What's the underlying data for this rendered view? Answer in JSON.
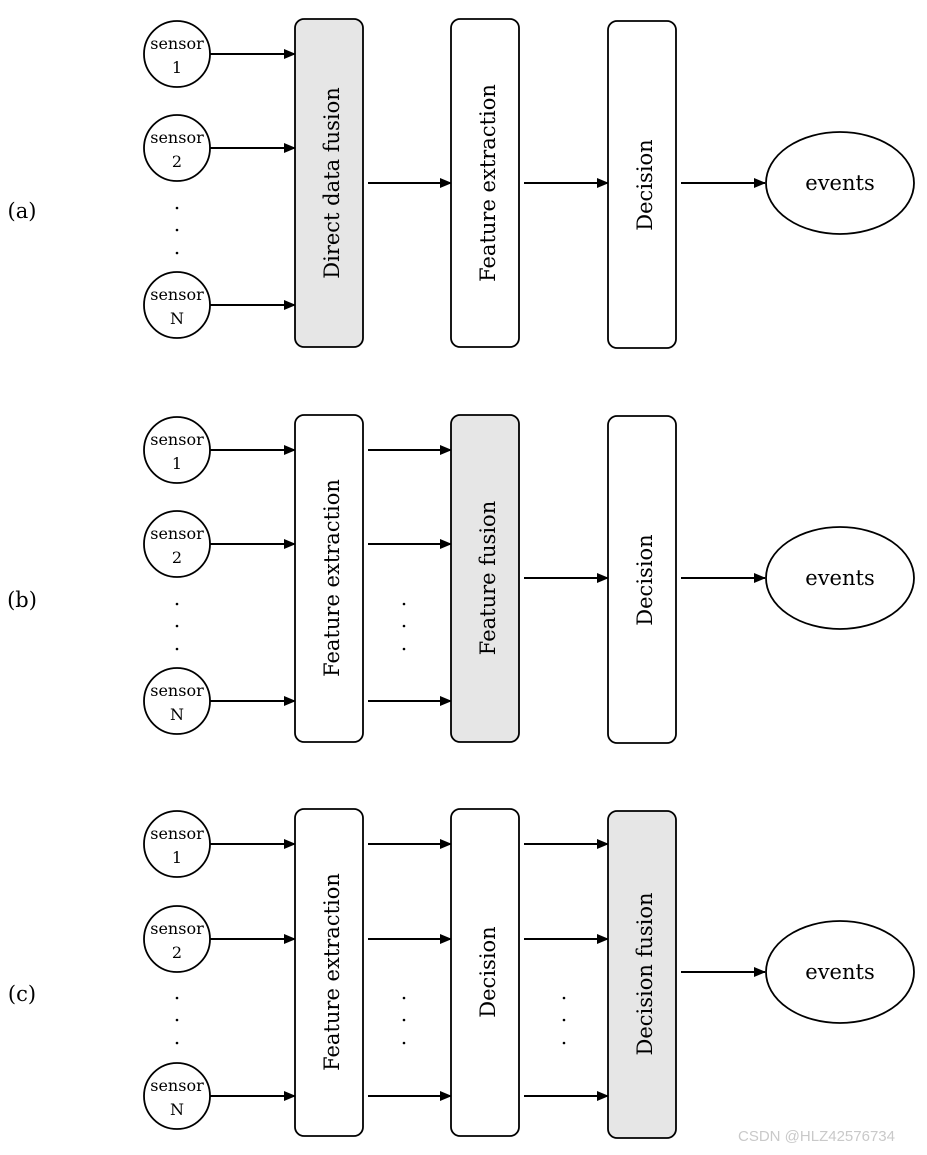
{
  "panels": [
    {
      "label": "(a)",
      "sensors": [
        {
          "line1": "sensor",
          "line2": "1"
        },
        {
          "line1": "sensor",
          "line2": "2"
        },
        {
          "line1": "sensor",
          "line2": "N"
        }
      ],
      "stages": [
        {
          "label": "Direct data fusion",
          "highlighted": true
        },
        {
          "label": "Feature extraction",
          "highlighted": false
        },
        {
          "label": "Decision",
          "highlighted": false
        }
      ],
      "output": "events"
    },
    {
      "label": "(b)",
      "sensors": [
        {
          "line1": "sensor",
          "line2": "1"
        },
        {
          "line1": "sensor",
          "line2": "2"
        },
        {
          "line1": "sensor",
          "line2": "N"
        }
      ],
      "stages": [
        {
          "label": "Feature extraction",
          "highlighted": false
        },
        {
          "label": "Feature fusion",
          "highlighted": true
        },
        {
          "label": "Decision",
          "highlighted": false
        }
      ],
      "output": "events"
    },
    {
      "label": "(c)",
      "sensors": [
        {
          "line1": "sensor",
          "line2": "1"
        },
        {
          "line1": "sensor",
          "line2": "2"
        },
        {
          "line1": "sensor",
          "line2": "N"
        }
      ],
      "stages": [
        {
          "label": "Feature extraction",
          "highlighted": false
        },
        {
          "label": "Decision",
          "highlighted": false
        },
        {
          "label": "Decision fusion",
          "highlighted": true
        }
      ],
      "output": "events"
    }
  ],
  "watermark": "CSDN @HLZ42576734",
  "colors": {
    "highlight_fill": "#e6e6e6",
    "box_fill": "#ffffff",
    "stroke": "#000000"
  }
}
